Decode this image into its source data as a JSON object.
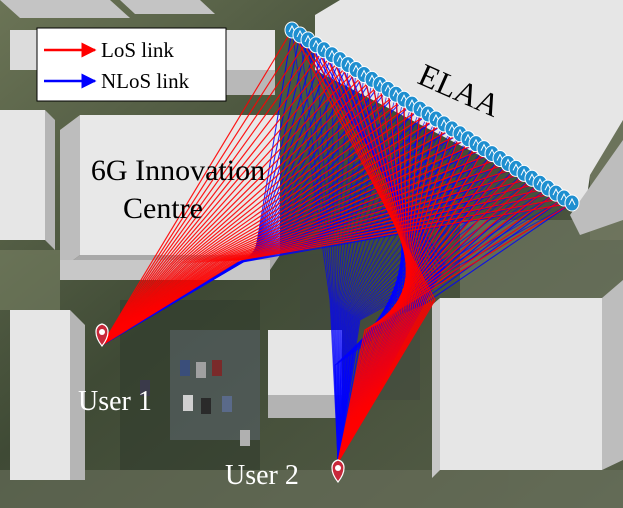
{
  "legend": {
    "los_label": "LoS link",
    "nlos_label": "NLoS link"
  },
  "labels": {
    "building_line1": "6G Innovation",
    "building_line2": "Centre",
    "array": "ELAA",
    "user1": "User 1",
    "user2": "User 2"
  },
  "colors": {
    "los": "#ff0000",
    "nlos": "#0000ff",
    "antenna": "#1e8fd0",
    "user_pin": "#c8283a",
    "building_top": "#e6e6e6"
  },
  "array": {
    "antenna_count": 36
  }
}
